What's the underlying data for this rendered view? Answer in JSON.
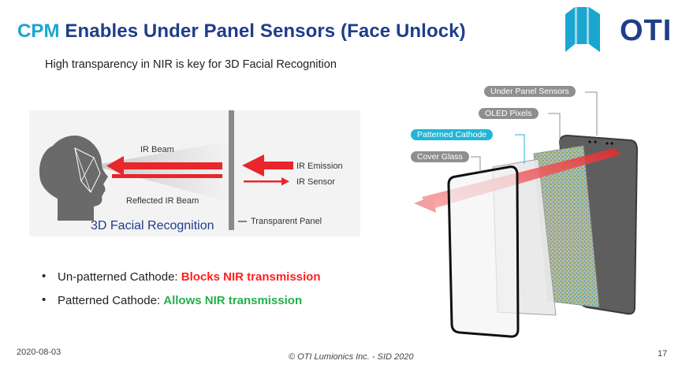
{
  "slide": {
    "title_cpm": "CPM",
    "title_rest": "Enables Under Panel Sensors (Face Unlock)",
    "subtitle": "High transparency in NIR is key for 3D Facial Recognition",
    "logo_text": "OTI"
  },
  "left_diagram": {
    "ir_beam": "IR Beam",
    "reflected_ir_beam": "Reflected IR Beam",
    "ir_emission": "IR Emission",
    "ir_sensor": "IR Sensor",
    "transparent_panel": "Transparent Panel",
    "facial_recognition": "3D Facial Recognition"
  },
  "bullets": [
    {
      "prefix": "Un-patterned Cathode: ",
      "emphasis": "Blocks NIR transmission",
      "color": "#ff1f1f"
    },
    {
      "prefix": "Patterned Cathode: ",
      "emphasis": "Allows NIR transmission",
      "color": "#22b04a"
    }
  ],
  "right_diagram": {
    "under_panel_sensors": "Under Panel Sensors",
    "oled_pixels": "OLED Pixels",
    "patterned_cathode": "Patterned Cathode",
    "cover_glass": "Cover Glass"
  },
  "footer": {
    "date": "2020-08-03",
    "copyright": "© OTI Lumionics Inc. - SID 2020",
    "page": "17"
  },
  "colors": {
    "accent_cyan": "#1aa6cf",
    "navy": "#1f3d8a",
    "beam_red": "#e8262b"
  }
}
